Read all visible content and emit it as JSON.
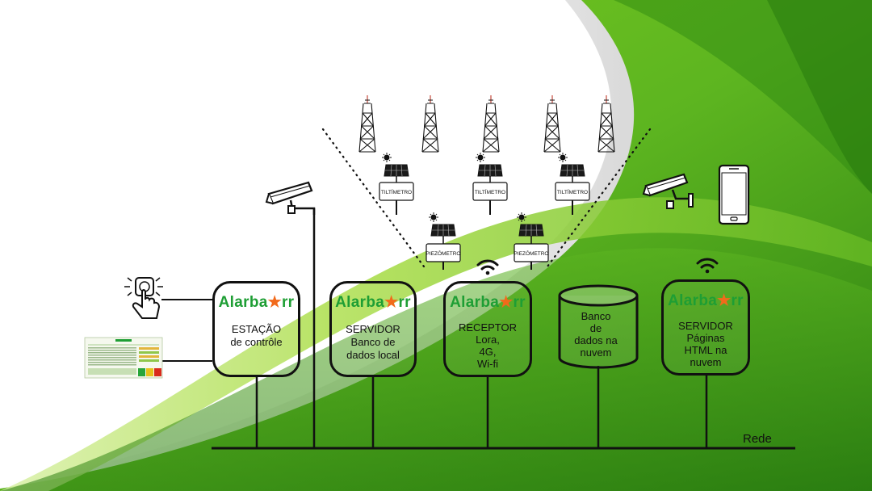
{
  "brand": {
    "name_part1": "Alarba",
    "name_part2": "rr",
    "star_glyph": "★"
  },
  "nodes": [
    {
      "id": "estacao",
      "text": "ESTAÇÃO\nde contrôle"
    },
    {
      "id": "servidor-local",
      "text": "SERVIDOR\nBanco de\ndados local"
    },
    {
      "id": "receptor",
      "text": "RECEPTOR\nLora,\n4G,\nWi-fi"
    },
    {
      "id": "servidor-web",
      "text": "SERVIDOR\nPáginas\nHTML na\nnuvem"
    }
  ],
  "cloud_db": {
    "text": "Banco\nde\ndados na\nnuvem"
  },
  "sensors": {
    "tiltimetro_label": "TILTÍMETRO",
    "piezometro_label": "PIEZÔMETRO"
  },
  "network": {
    "label": "Rede"
  },
  "icons": [
    "touch-button-icon",
    "dashboard-screenshot-icon",
    "security-camera-icon",
    "smartphone-icon",
    "wifi-icon",
    "transmission-tower-icon",
    "solar-panel-icon",
    "sun-icon"
  ],
  "colors": {
    "brand_green": "#1e9e34",
    "brand_star": "#f26a1b",
    "bg_green_dark": "#2f8a12",
    "bg_green_light": "#8fd42a"
  }
}
